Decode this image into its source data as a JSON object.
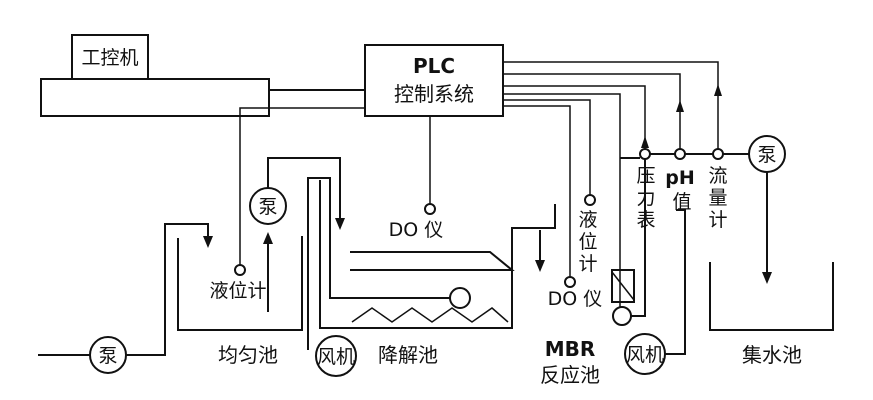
{
  "ipc": "工控机",
  "plc": {
    "line1": "PLC",
    "line2": "控制系统"
  },
  "pump": "泵",
  "fan": "风机",
  "equalization": "均匀池",
  "degradation": "降解池",
  "mbr": {
    "line1": "MBR",
    "line2": "反应池"
  },
  "collection": "集水池",
  "level_meter": "液位计",
  "level_meter_v": [
    "液",
    "位",
    "计"
  ],
  "do_meter": "DO 仪",
  "pressure_gauge": [
    "压",
    "力",
    "表"
  ],
  "ph": [
    "pH",
    "值"
  ],
  "flow_meter": [
    "流",
    "量",
    "计"
  ]
}
